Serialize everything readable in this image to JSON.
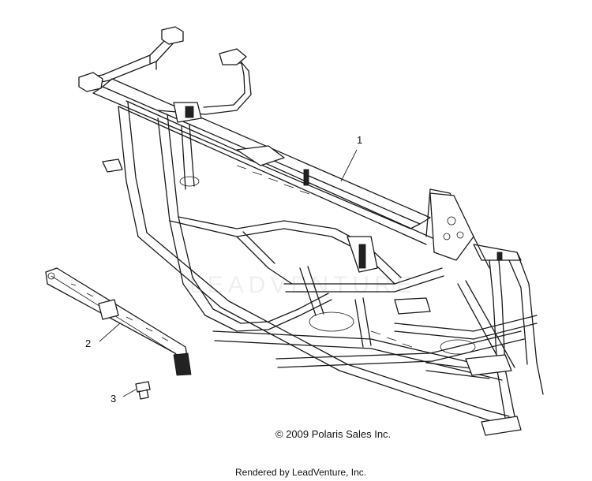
{
  "callouts": [
    {
      "number": "1",
      "part": "main-frame"
    },
    {
      "number": "2",
      "part": "side-rail"
    },
    {
      "number": "3",
      "part": "bolt"
    }
  ],
  "copyright": "© 2009 Polaris Sales Inc.",
  "rendered_by": "Rendered by LeadVenture, Inc.",
  "watermark": "LEADVENTURE",
  "colors": {
    "line": "#1a1a1a",
    "background": "#ffffff"
  }
}
